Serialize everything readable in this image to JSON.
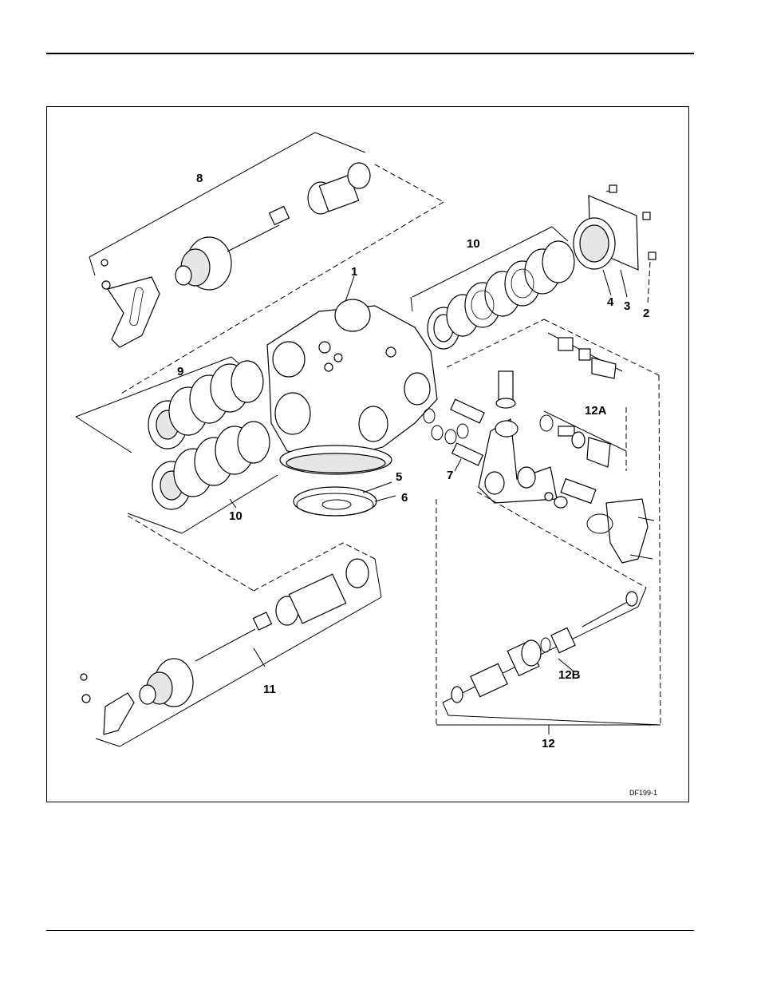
{
  "figure": {
    "id_label": "DF199-1",
    "callouts": {
      "c1": "1",
      "c2": "2",
      "c3": "3",
      "c4": "4",
      "c5": "5",
      "c6": "6",
      "c7": "7",
      "c8": "8",
      "c9": "9",
      "c10a": "10",
      "c10b": "10",
      "c11": "11",
      "c12": "12",
      "c12a": "12A",
      "c12b": "12B"
    }
  }
}
